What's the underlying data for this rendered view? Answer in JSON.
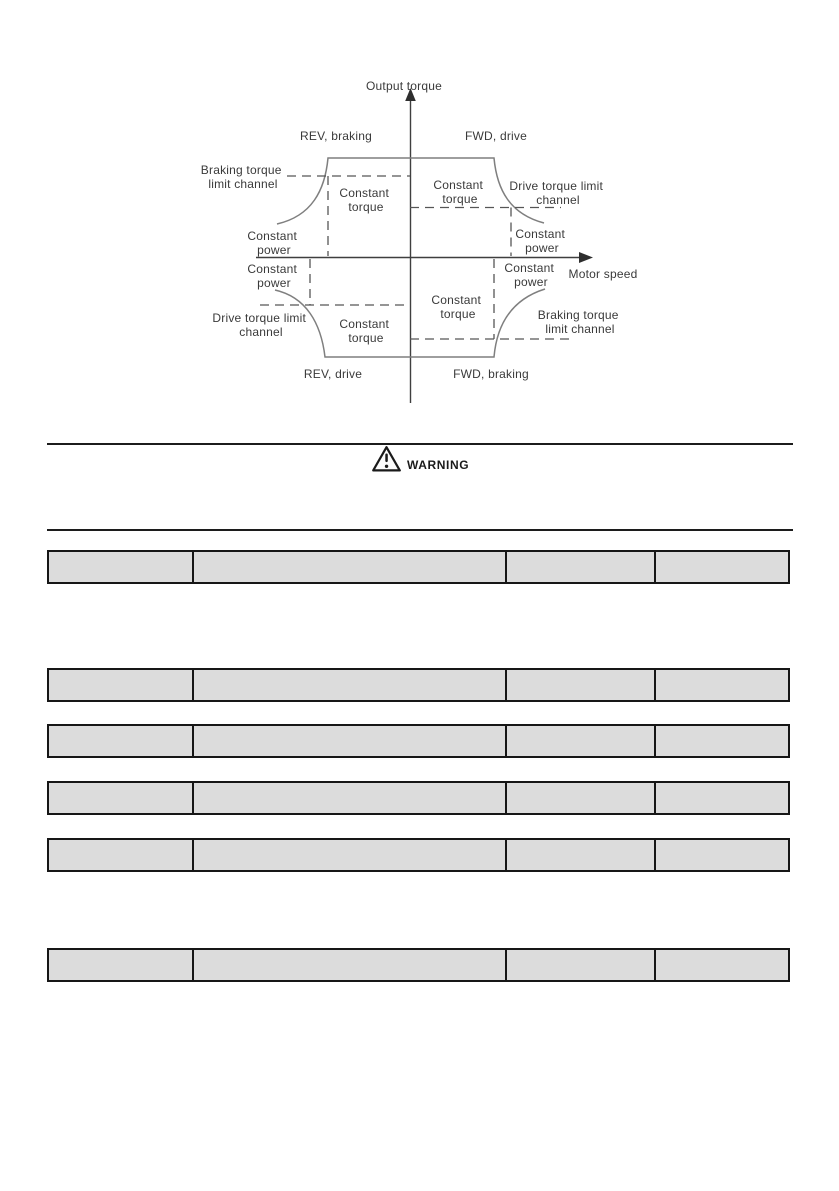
{
  "diagram": {
    "y_axis_label": "Output torque",
    "x_axis_label": "Motor speed",
    "quadrant_labels": {
      "top_left": "REV, braking",
      "top_right": "FWD, drive",
      "bottom_left": "REV, drive",
      "bottom_right": "FWD, braking"
    },
    "labels": {
      "constant_torque": [
        "Constant",
        "torque"
      ],
      "constant_power": [
        "Constant",
        "power"
      ],
      "braking_channel": [
        "Braking torque",
        "limit channel"
      ],
      "drive_channel": [
        "Drive torque limit",
        "channel"
      ]
    },
    "colors": {
      "axis": "#3f3f3f",
      "curve": "#7f7f7f",
      "dashed": "#565656",
      "text": "#3a3a3a"
    }
  },
  "warning": {
    "label": "WARNING"
  },
  "table": {
    "row_count": 6,
    "column_count": 4,
    "rows": [
      [
        "",
        "",
        "",
        ""
      ],
      [
        "",
        "",
        "",
        ""
      ],
      [
        "",
        "",
        "",
        ""
      ],
      [
        "",
        "",
        "",
        ""
      ],
      [
        "",
        "",
        "",
        ""
      ],
      [
        "",
        "",
        "",
        ""
      ]
    ],
    "cell_fill": "#dcdcdc",
    "border_color": "#161616"
  }
}
